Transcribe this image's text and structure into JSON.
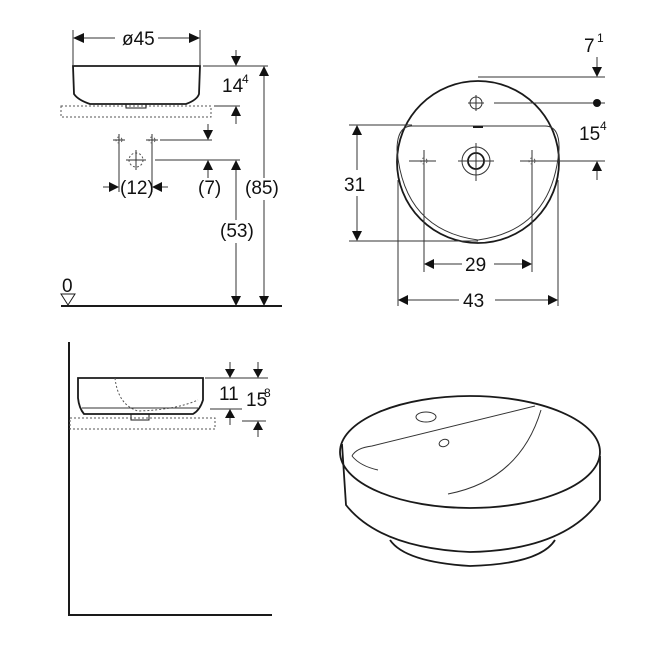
{
  "drawing": {
    "side_view": {
      "diameter_label": "ø45",
      "height_label": "14",
      "height_sup": "4",
      "total_height_label": "(85)",
      "tap_height_label": "(53)",
      "tap_offset_label": "(7)",
      "tap_spacing_label": "(12)",
      "floor_label": "0"
    },
    "top_view": {
      "top_offset_label": "7",
      "top_offset_sup": "1",
      "tap_offset_label": "15",
      "tap_offset_sup": "4",
      "depth_label": "31",
      "hole_spacing_label": "29",
      "width_label": "43"
    },
    "section_view": {
      "inner_height_label": "11",
      "outer_height_label": "15",
      "outer_height_sup": "8"
    },
    "iso_view": {
      "name": "isometric-basin"
    },
    "colors": {
      "line": "#1a1a1a",
      "background": "#ffffff"
    }
  }
}
